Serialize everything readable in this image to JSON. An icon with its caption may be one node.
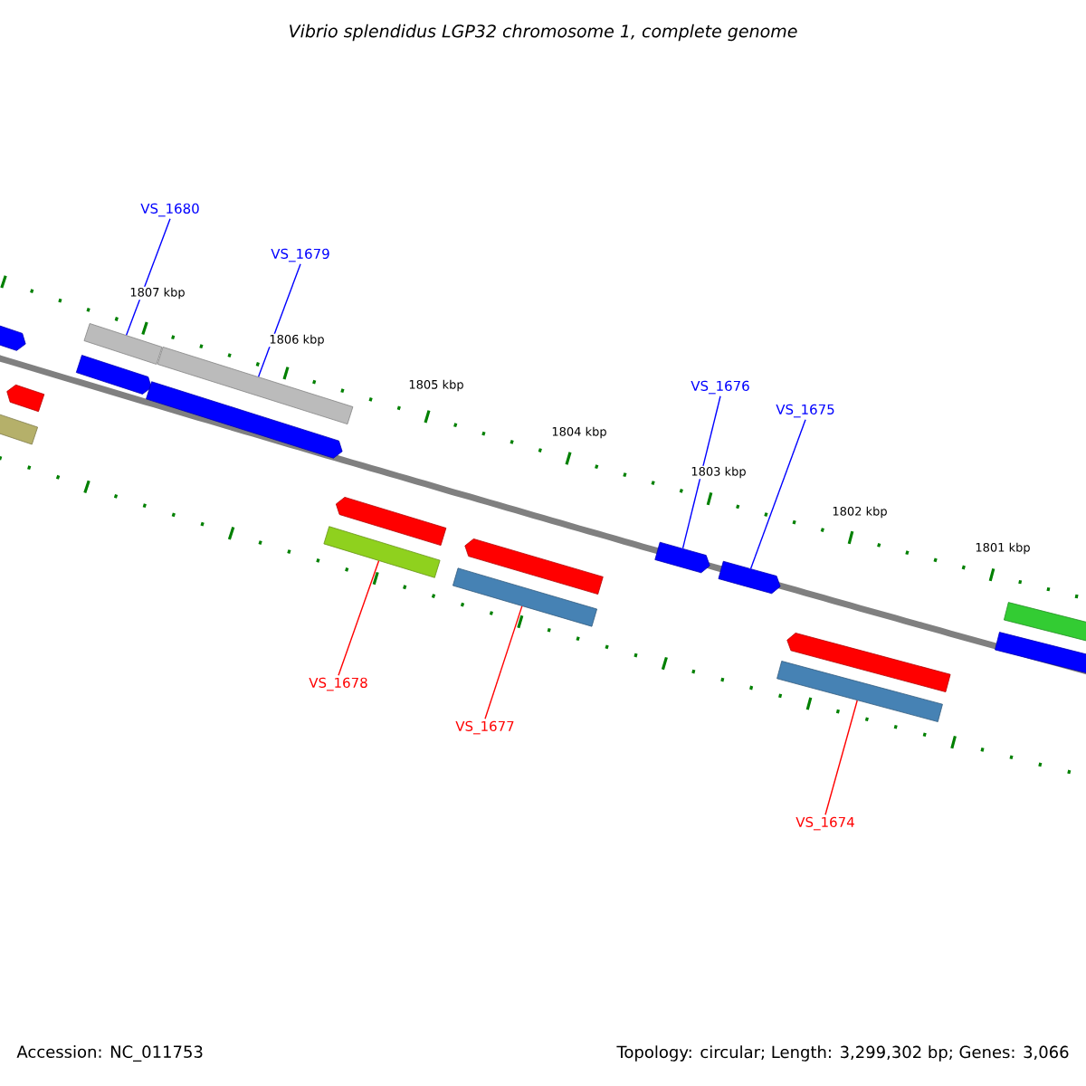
{
  "diagram": {
    "title": "Vibrio splendidus LGP32 chromosome 1, complete genome",
    "nodes": [
      {
        "text": [
          "VS_1680"
        ]
      },
      {
        "text": [
          "VS_1679"
        ]
      },
      {
        "text": [
          "VS_1676"
        ]
      },
      {
        "text": [
          "VS_1675"
        ]
      },
      {
        "text": [
          "VS_1678"
        ]
      },
      {
        "text": [
          "VS_1677"
        ]
      },
      {
        "text": [
          "VS_1674"
        ]
      },
      {
        "text": [],
        "shape": "pentagon"
      },
      {
        "text": [],
        "shape": "pentagon"
      },
      {
        "text": [],
        "shape": "box"
      },
      {
        "text": [],
        "shape": "box"
      },
      {
        "text": [],
        "shape": "pentagon"
      },
      {
        "text": [],
        "shape": "box"
      },
      {
        "text": [],
        "shape": "pentagon"
      },
      {
        "text": [],
        "shape": "pentagon"
      },
      {
        "text": [],
        "shape": "box"
      },
      {
        "text": [],
        "shape": "pentagon"
      },
      {
        "text": [],
        "shape": "box"
      },
      {
        "text": [],
        "shape": "pentagon"
      },
      {
        "text": [],
        "shape": "pentagon"
      },
      {
        "text": [],
        "shape": "pentagon"
      },
      {
        "text": [],
        "shape": "box"
      },
      {
        "text": [],
        "shape": "box"
      },
      {
        "text": [],
        "shape": "box"
      }
    ],
    "edges": [
      {
        "from": 0,
        "to": 10,
        "arrow": "none"
      },
      {
        "from": 1,
        "to": 12,
        "arrow": "none"
      },
      {
        "from": 2,
        "to": 18,
        "arrow": "none"
      },
      {
        "from": 3,
        "to": 19,
        "arrow": "none"
      },
      {
        "from": 4,
        "to": 15,
        "arrow": "none",
        "color": "#ff0000"
      },
      {
        "from": 5,
        "to": 17,
        "arrow": "none",
        "color": "#ff0000"
      },
      {
        "from": 6,
        "to": 21,
        "arrow": "none",
        "color": "#ff0000"
      }
    ],
    "labels": [
      "1807 kbp",
      "1806 kbp",
      "1805 kbp",
      "1804 kbp",
      "1803 kbp",
      "1802 kbp",
      "1801 kbp",
      "Accession: NC_011753",
      "Topology: circular; Length: 3,299,302 bp; Genes: 3,066"
    ]
  }
}
